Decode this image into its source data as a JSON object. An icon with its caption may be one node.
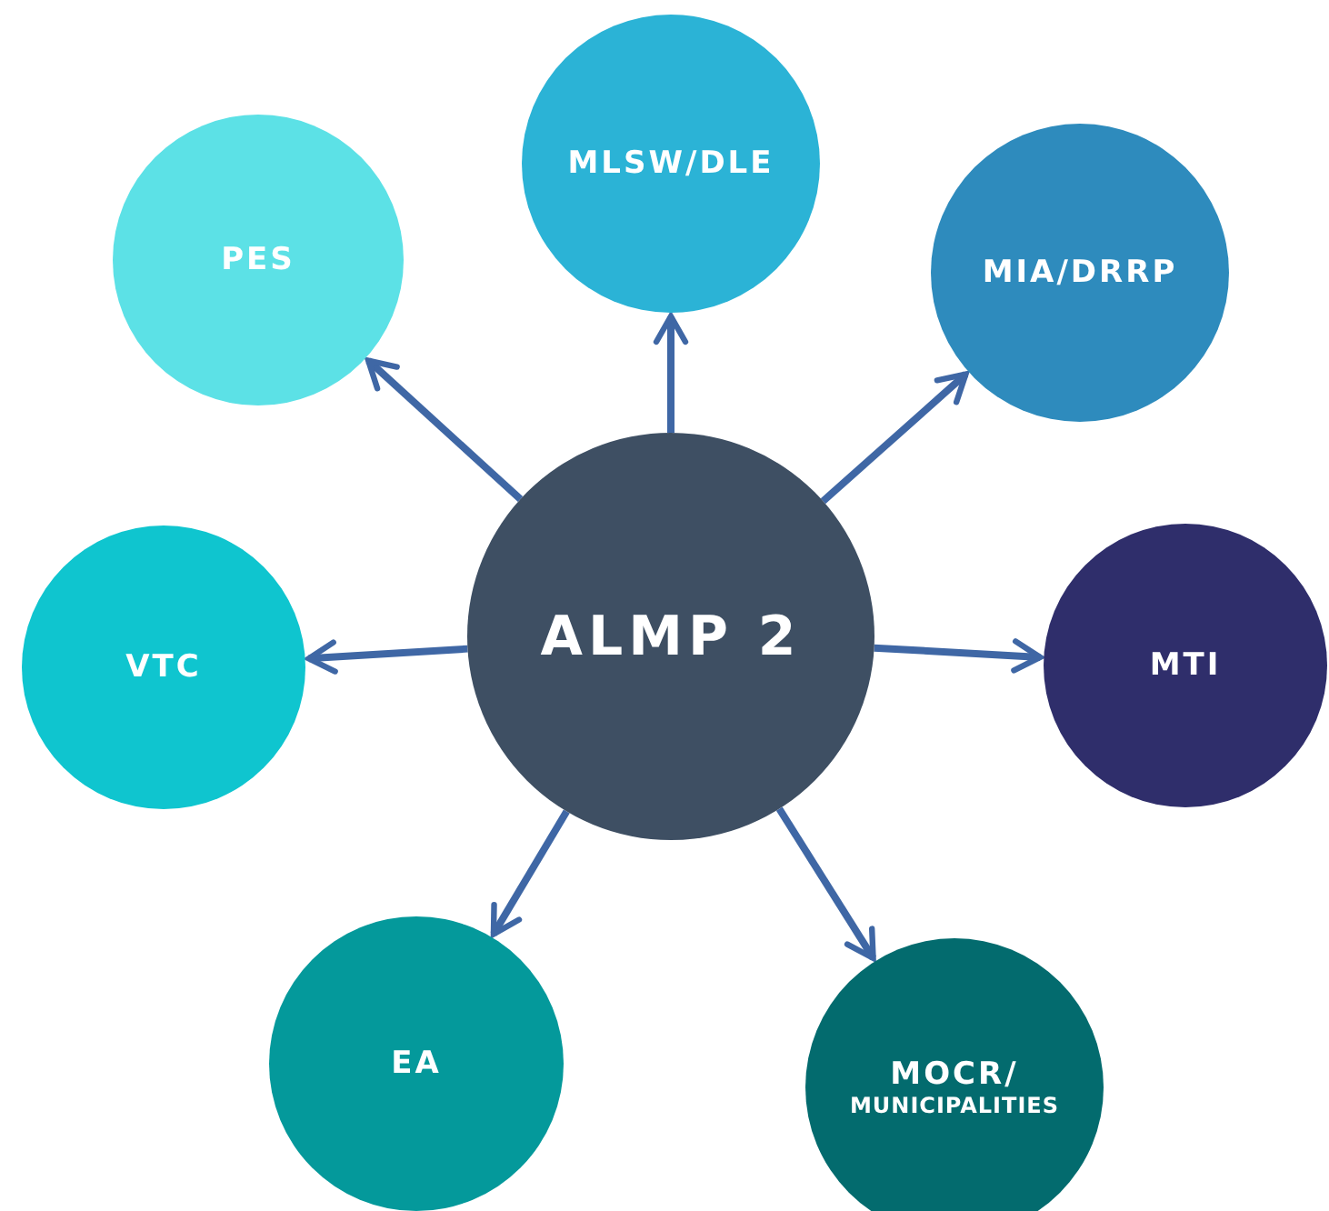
{
  "diagram": {
    "nodes": [
      {
        "text": [
          "ALMP 2"
        ]
      },
      {
        "text": [
          "PES"
        ]
      },
      {
        "text": [
          "MLSW/DLE"
        ]
      },
      {
        "text": [
          "MIA/DRRP"
        ]
      },
      {
        "text": [
          "VTC"
        ]
      },
      {
        "text": [
          "MTI"
        ]
      },
      {
        "text": [
          "EA"
        ]
      },
      {
        "text": [
          "MOCR/",
          "MUNICIPALITIES"
        ]
      }
    ],
    "edges": [
      {
        "from": 0,
        "to": 1,
        "arrow": "to"
      },
      {
        "from": 0,
        "to": 2,
        "arrow": "to"
      },
      {
        "from": 0,
        "to": 3,
        "arrow": "to"
      },
      {
        "from": 0,
        "to": 4,
        "arrow": "to"
      },
      {
        "from": 0,
        "to": 5,
        "arrow": "to"
      },
      {
        "from": 0,
        "to": 6,
        "arrow": "to"
      },
      {
        "from": 0,
        "to": 7,
        "arrow": "to"
      }
    ]
  }
}
